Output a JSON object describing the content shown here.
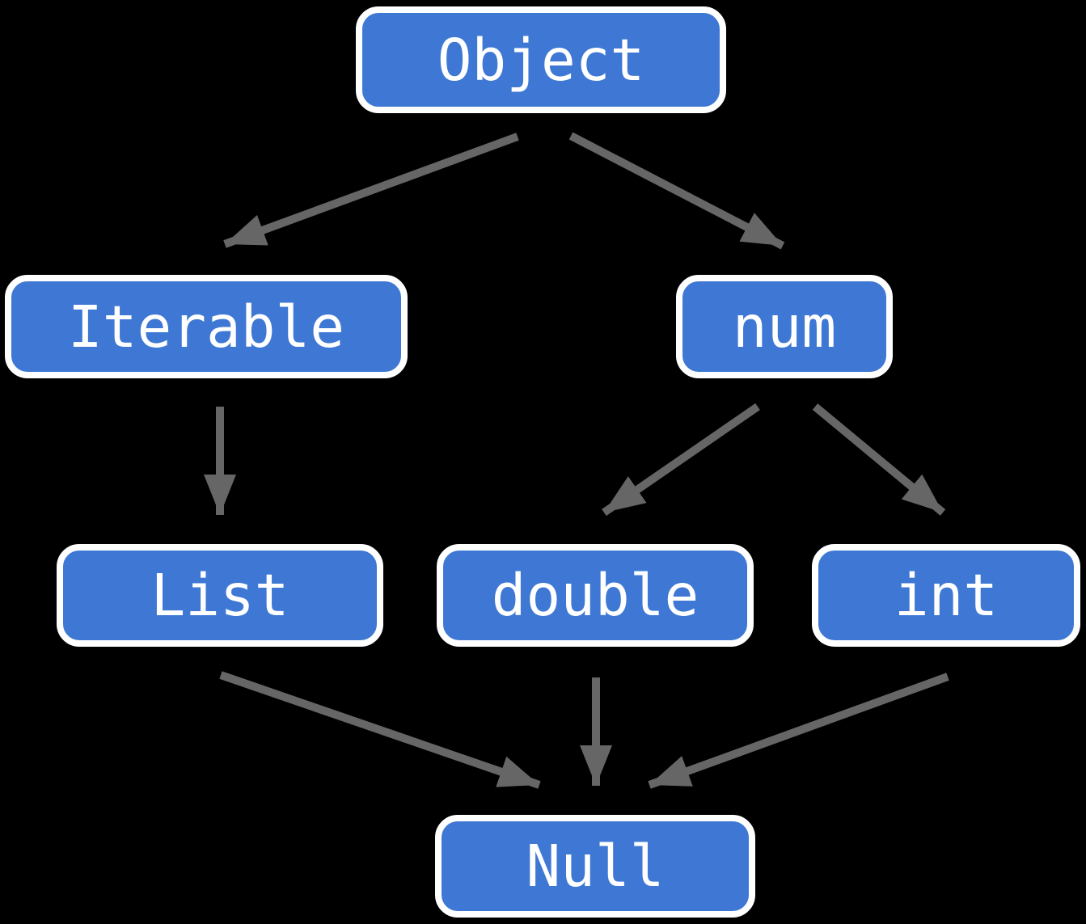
{
  "diagram": {
    "type": "type-hierarchy",
    "background_color": "#000000",
    "node_fill_color": "#3E78D4",
    "node_border_color": "#FFFFFF",
    "node_text_color": "#FFFFFF",
    "arrow_color": "#666666",
    "nodes": [
      {
        "id": "object",
        "label": "Object"
      },
      {
        "id": "iterable",
        "label": "Iterable"
      },
      {
        "id": "num",
        "label": "num"
      },
      {
        "id": "list",
        "label": "List"
      },
      {
        "id": "double",
        "label": "double"
      },
      {
        "id": "int",
        "label": "int"
      },
      {
        "id": "null",
        "label": "Null"
      }
    ],
    "edges": [
      {
        "from": "Object",
        "to": "Iterable"
      },
      {
        "from": "Object",
        "to": "num"
      },
      {
        "from": "Iterable",
        "to": "List"
      },
      {
        "from": "num",
        "to": "double"
      },
      {
        "from": "num",
        "to": "int"
      },
      {
        "from": "List",
        "to": "Null"
      },
      {
        "from": "double",
        "to": "Null"
      },
      {
        "from": "int",
        "to": "Null"
      }
    ]
  }
}
